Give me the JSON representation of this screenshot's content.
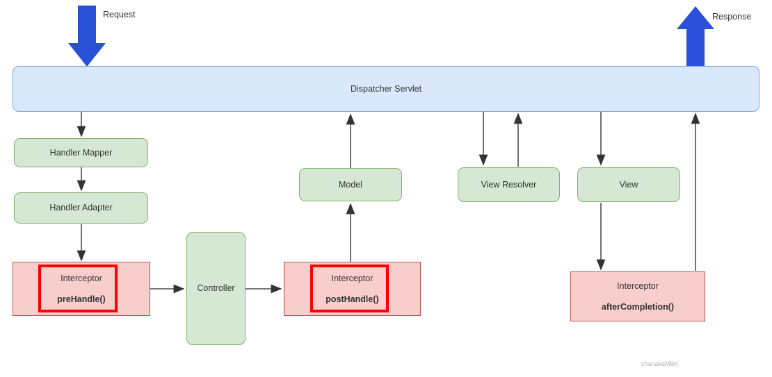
{
  "diagram": {
    "title_watermark": "chanakaMBK",
    "colors": {
      "green_fill": "#d5e8d4",
      "green_stroke": "#82b366",
      "blue_fill": "#dae8fc",
      "blue_stroke": "#7ea6e0",
      "pink_fill": "#f8cecc",
      "pink_stroke": "#b85450",
      "highlight": "#ff0000",
      "big_arrow": "#2b50d8",
      "edge": "#4d4d4d",
      "text": "#333333"
    },
    "labels": {
      "request": "Request",
      "response": "Response"
    },
    "nodes": {
      "dispatcher_servlet": "Dispatcher Servlet",
      "handler_mapper": "Handler Mapper",
      "handler_adapter": "Handler Adapter",
      "controller": "Controller",
      "model": "Model",
      "view_resolver": "View Resolver",
      "view": "View",
      "interceptor_pre": {
        "line1": "Interceptor",
        "line2": "preHandle()"
      },
      "interceptor_post": {
        "line1": "Interceptor",
        "line2": "postHandle()"
      },
      "interceptor_after": {
        "line1": "Interceptor",
        "line2": "afterCompletion()"
      }
    }
  }
}
